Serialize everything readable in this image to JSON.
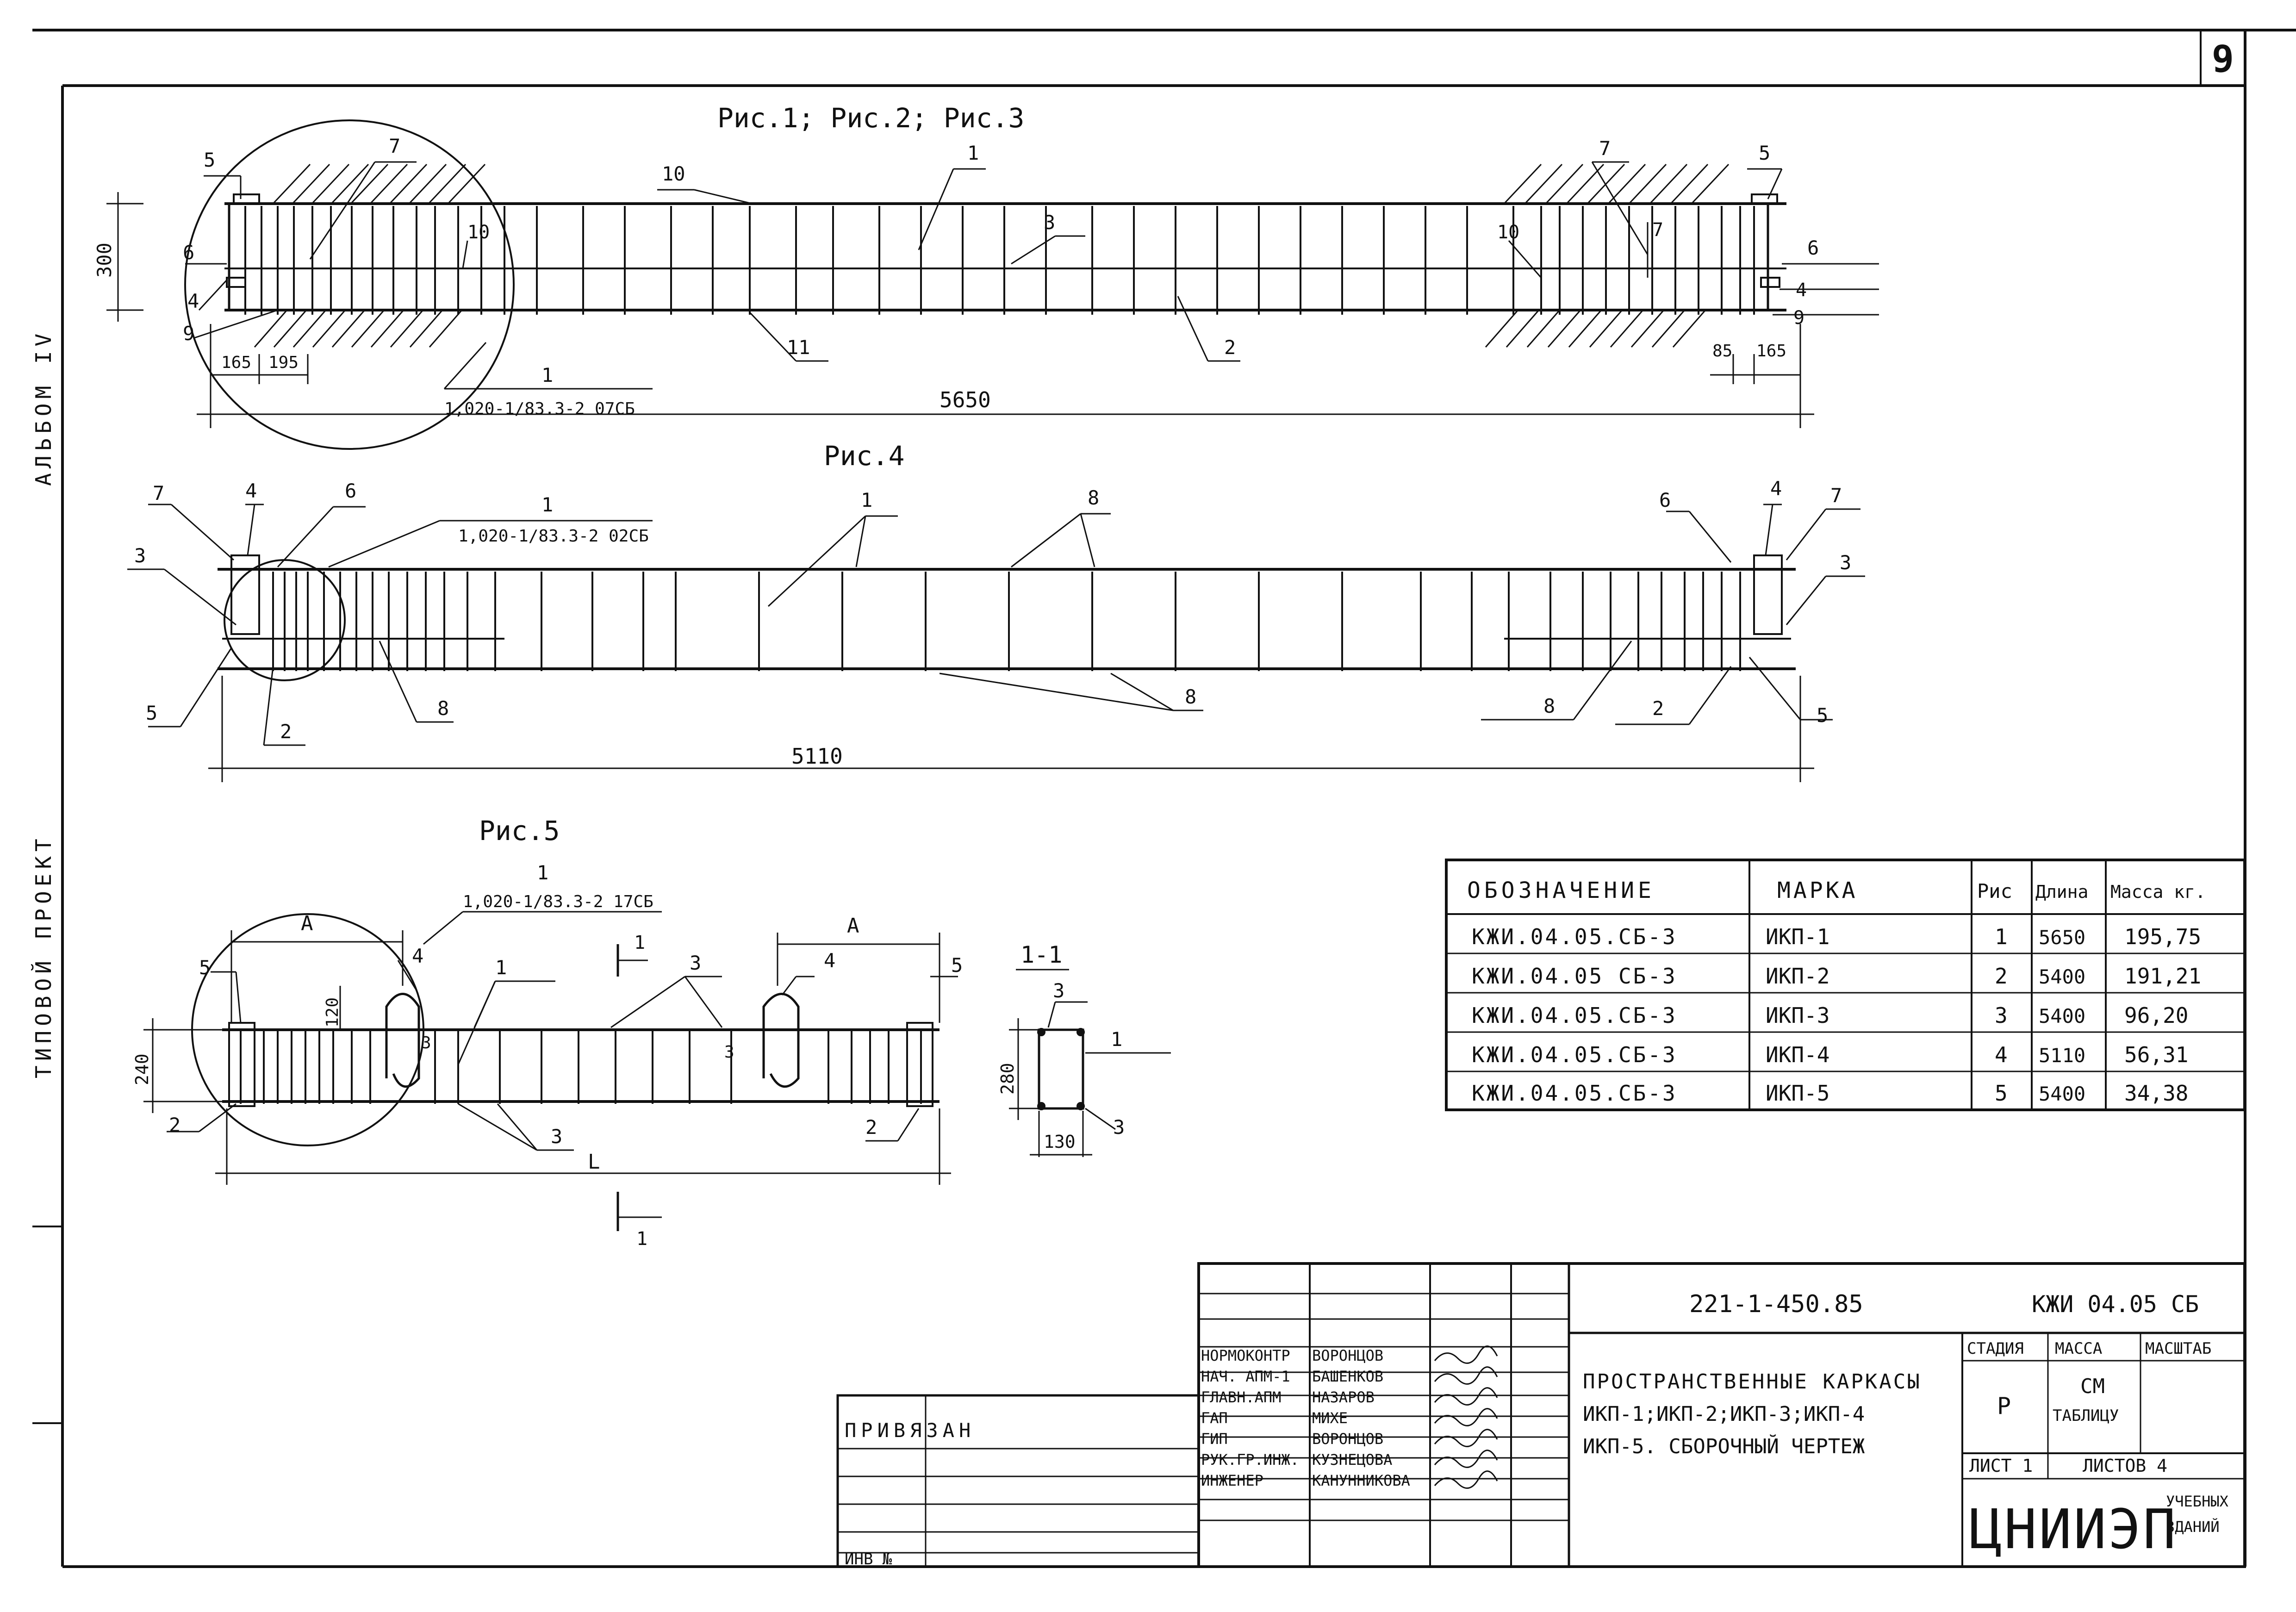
{
  "sheet_number": "9",
  "side_labels": {
    "album": "АЛЬБОМ IV",
    "project": "ТИПОВОЙ ПРОЕКТ"
  },
  "figures": {
    "fig123": {
      "title": "Рис.1; Рис.2; Рис.3",
      "height": "300",
      "length": "5650",
      "dims_left": [
        "165",
        "195"
      ],
      "dims_right": [
        "85",
        "165"
      ],
      "ref": "1,020-1/83.3-2 07СБ",
      "ref_pos": "1",
      "pos": {
        "p1": "1",
        "p2": "2",
        "p3": "3",
        "p4": "4",
        "p5": "5",
        "p6": "6",
        "p7": "7",
        "p9": "9",
        "p10": "10",
        "p11": "11"
      }
    },
    "fig4": {
      "title": "Рис.4",
      "length": "5110",
      "ref": "1,020-1/83.3-2 02СБ",
      "ref_pos": "1",
      "pos": {
        "p1": "1",
        "p2": "2",
        "p3": "3",
        "p4": "4",
        "p5": "5",
        "p6": "6",
        "p7": "7",
        "p8": "8"
      }
    },
    "fig5": {
      "title": "Рис.5",
      "ref": "1,020-1/83.3-2 17СБ",
      "ref_pos": "1",
      "dim_a": "A",
      "height": "240",
      "loop": "120",
      "length": "L",
      "section_mark": "1",
      "pos": {
        "p1": "1",
        "p2": "2",
        "p3": "3",
        "p4": "4",
        "p5": "5"
      }
    },
    "section": {
      "title": "1-1",
      "height": "280",
      "width": "130",
      "pos": {
        "p1": "1",
        "p3": "3"
      }
    }
  },
  "spec_table": {
    "headers": [
      "ОБОЗНАЧЕНИЕ",
      "МАРКА",
      "Рис",
      "Длина",
      "Масса кг."
    ],
    "rows": [
      [
        "КЖИ.04.05.СБ-3",
        "ИКП-1",
        "1",
        "5650",
        "195,75"
      ],
      [
        "КЖИ.04.05 СБ-3",
        "ИКП-2",
        "2",
        "5400",
        "191,21"
      ],
      [
        "КЖИ.04.05.СБ-3",
        "ИКП-3",
        "3",
        "5400",
        "96,20"
      ],
      [
        "КЖИ.04.05.СБ-3",
        "ИКП-4",
        "4",
        "5110",
        "56,31"
      ],
      [
        "КЖИ.04.05.СБ-3",
        "ИКП-5",
        "5",
        "5400",
        "34,38"
      ]
    ]
  },
  "title_block": {
    "project_code": "221-1-450.85",
    "doc_code": "КЖИ 04.05 СБ",
    "title_lines": [
      "ПРОСТРАНСТВЕННЫЕ КАРКАСЫ",
      "ИКП-1;ИКП-2;ИКП-3;ИКП-4",
      "ИКП-5. СБОРОЧНЫЙ ЧЕРТЕЖ"
    ],
    "col_headers": [
      "СТАДИЯ",
      "МАССА",
      "МАСШТАБ"
    ],
    "stage": "Р",
    "mass_lines": [
      "СМ",
      "ТАБЛИЦУ"
    ],
    "sheet": "ЛИСТ 1",
    "sheets": "ЛИСТОВ 4",
    "org_logo": "ЦНИИЭП",
    "org_sub": [
      "УЧЕБНЫХ",
      "ЗДАНИЙ"
    ],
    "staff": [
      {
        "role": "НОРМОКОНТР",
        "name": "ВОРОНЦОВ"
      },
      {
        "role": "НАЧ. АПМ-1",
        "name": "БАШЕНКОВ"
      },
      {
        "role": "ГЛАВН.АПМ",
        "name": "НАЗАРОВ"
      },
      {
        "role": "ГАП",
        "name": "МИХЕ"
      },
      {
        "role": "ГИП",
        "name": "ВОРОНЦОВ"
      },
      {
        "role": "РУК.ГР.ИНЖ.",
        "name": "КУЗНЕЦОВА"
      },
      {
        "role": "ИНЖЕНЕР",
        "name": "КАНУННИКОВА"
      }
    ],
    "binding": "ПРИВЯЗАН",
    "inv": "ИНВ №"
  }
}
